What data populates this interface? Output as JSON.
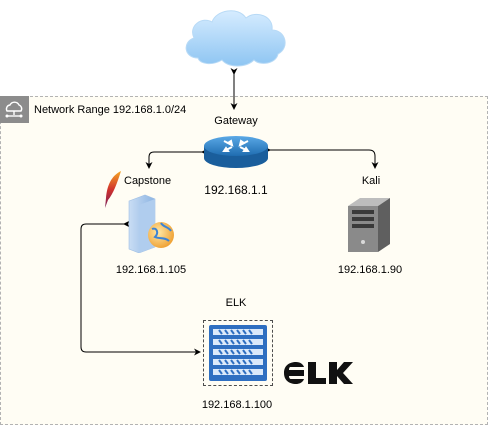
{
  "region": {
    "title": "Network Range 192.168.1.0/24",
    "icon": "cloud-network-icon"
  },
  "nodes": {
    "internet": {
      "icon": "cloud-icon"
    },
    "gateway": {
      "name": "Gateway",
      "ip": "192.168.1.1",
      "icon": "router-icon"
    },
    "capstone": {
      "name": "Capstone",
      "ip": "192.168.1.105",
      "icon": "web-server-icon",
      "badge_icon": "apache-feather-icon"
    },
    "kali": {
      "name": "Kali",
      "ip": "192.168.1.90",
      "icon": "tower-server-icon"
    },
    "elk": {
      "name": "ELK",
      "ip": "192.168.1.100",
      "icon": "rack-server-icon",
      "logo": "ELK"
    }
  },
  "colors": {
    "region_fill": "#fffdf4",
    "region_border": "#b3b3b3",
    "cloud": "#a3d0f5",
    "router": "#2d7dbf",
    "server_blue": "#3d84d4",
    "connector": "#000000"
  }
}
